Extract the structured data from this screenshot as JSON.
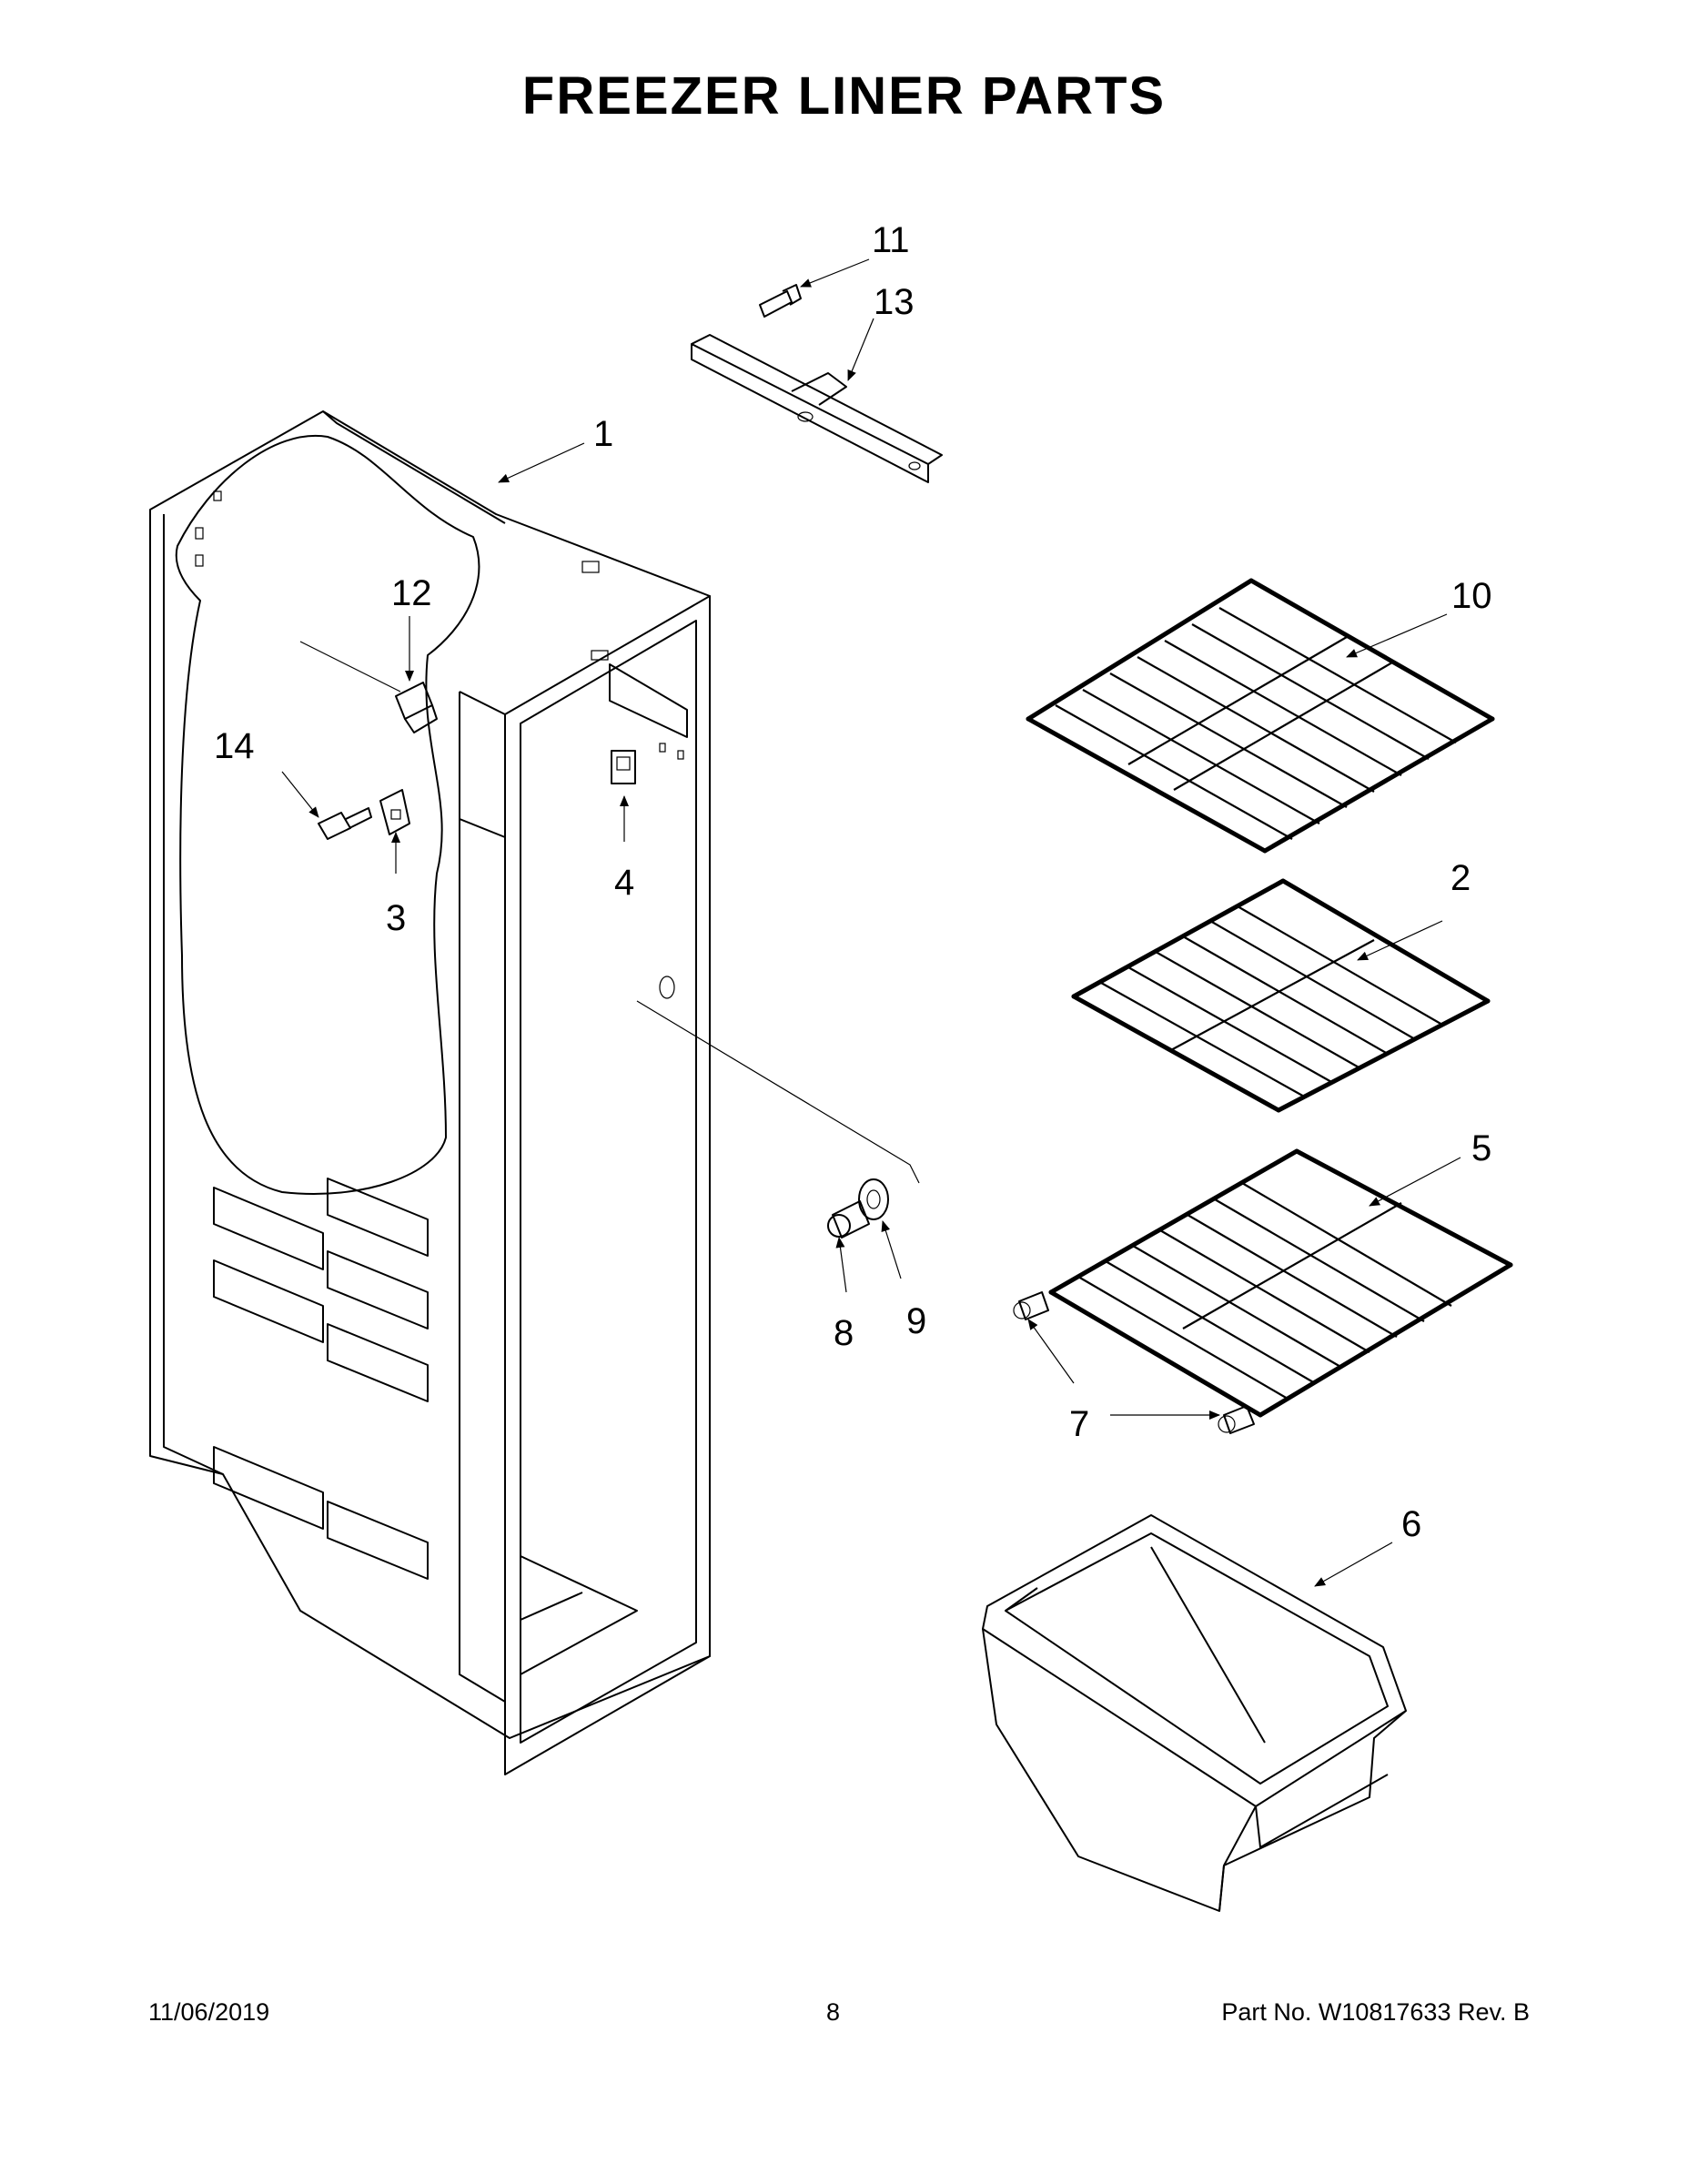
{
  "title": "FREEZER LINER PARTS",
  "callouts": {
    "c1": "1",
    "c2": "2",
    "c3": "3",
    "c4": "4",
    "c5": "5",
    "c6": "6",
    "c7": "7",
    "c8": "8",
    "c9": "9",
    "c10": "10",
    "c11": "11",
    "c12": "12",
    "c13": "13",
    "c14": "14"
  },
  "footer": {
    "date": "11/06/2019",
    "page": "8",
    "part": "Part No.  W10817633  Rev.  B"
  }
}
